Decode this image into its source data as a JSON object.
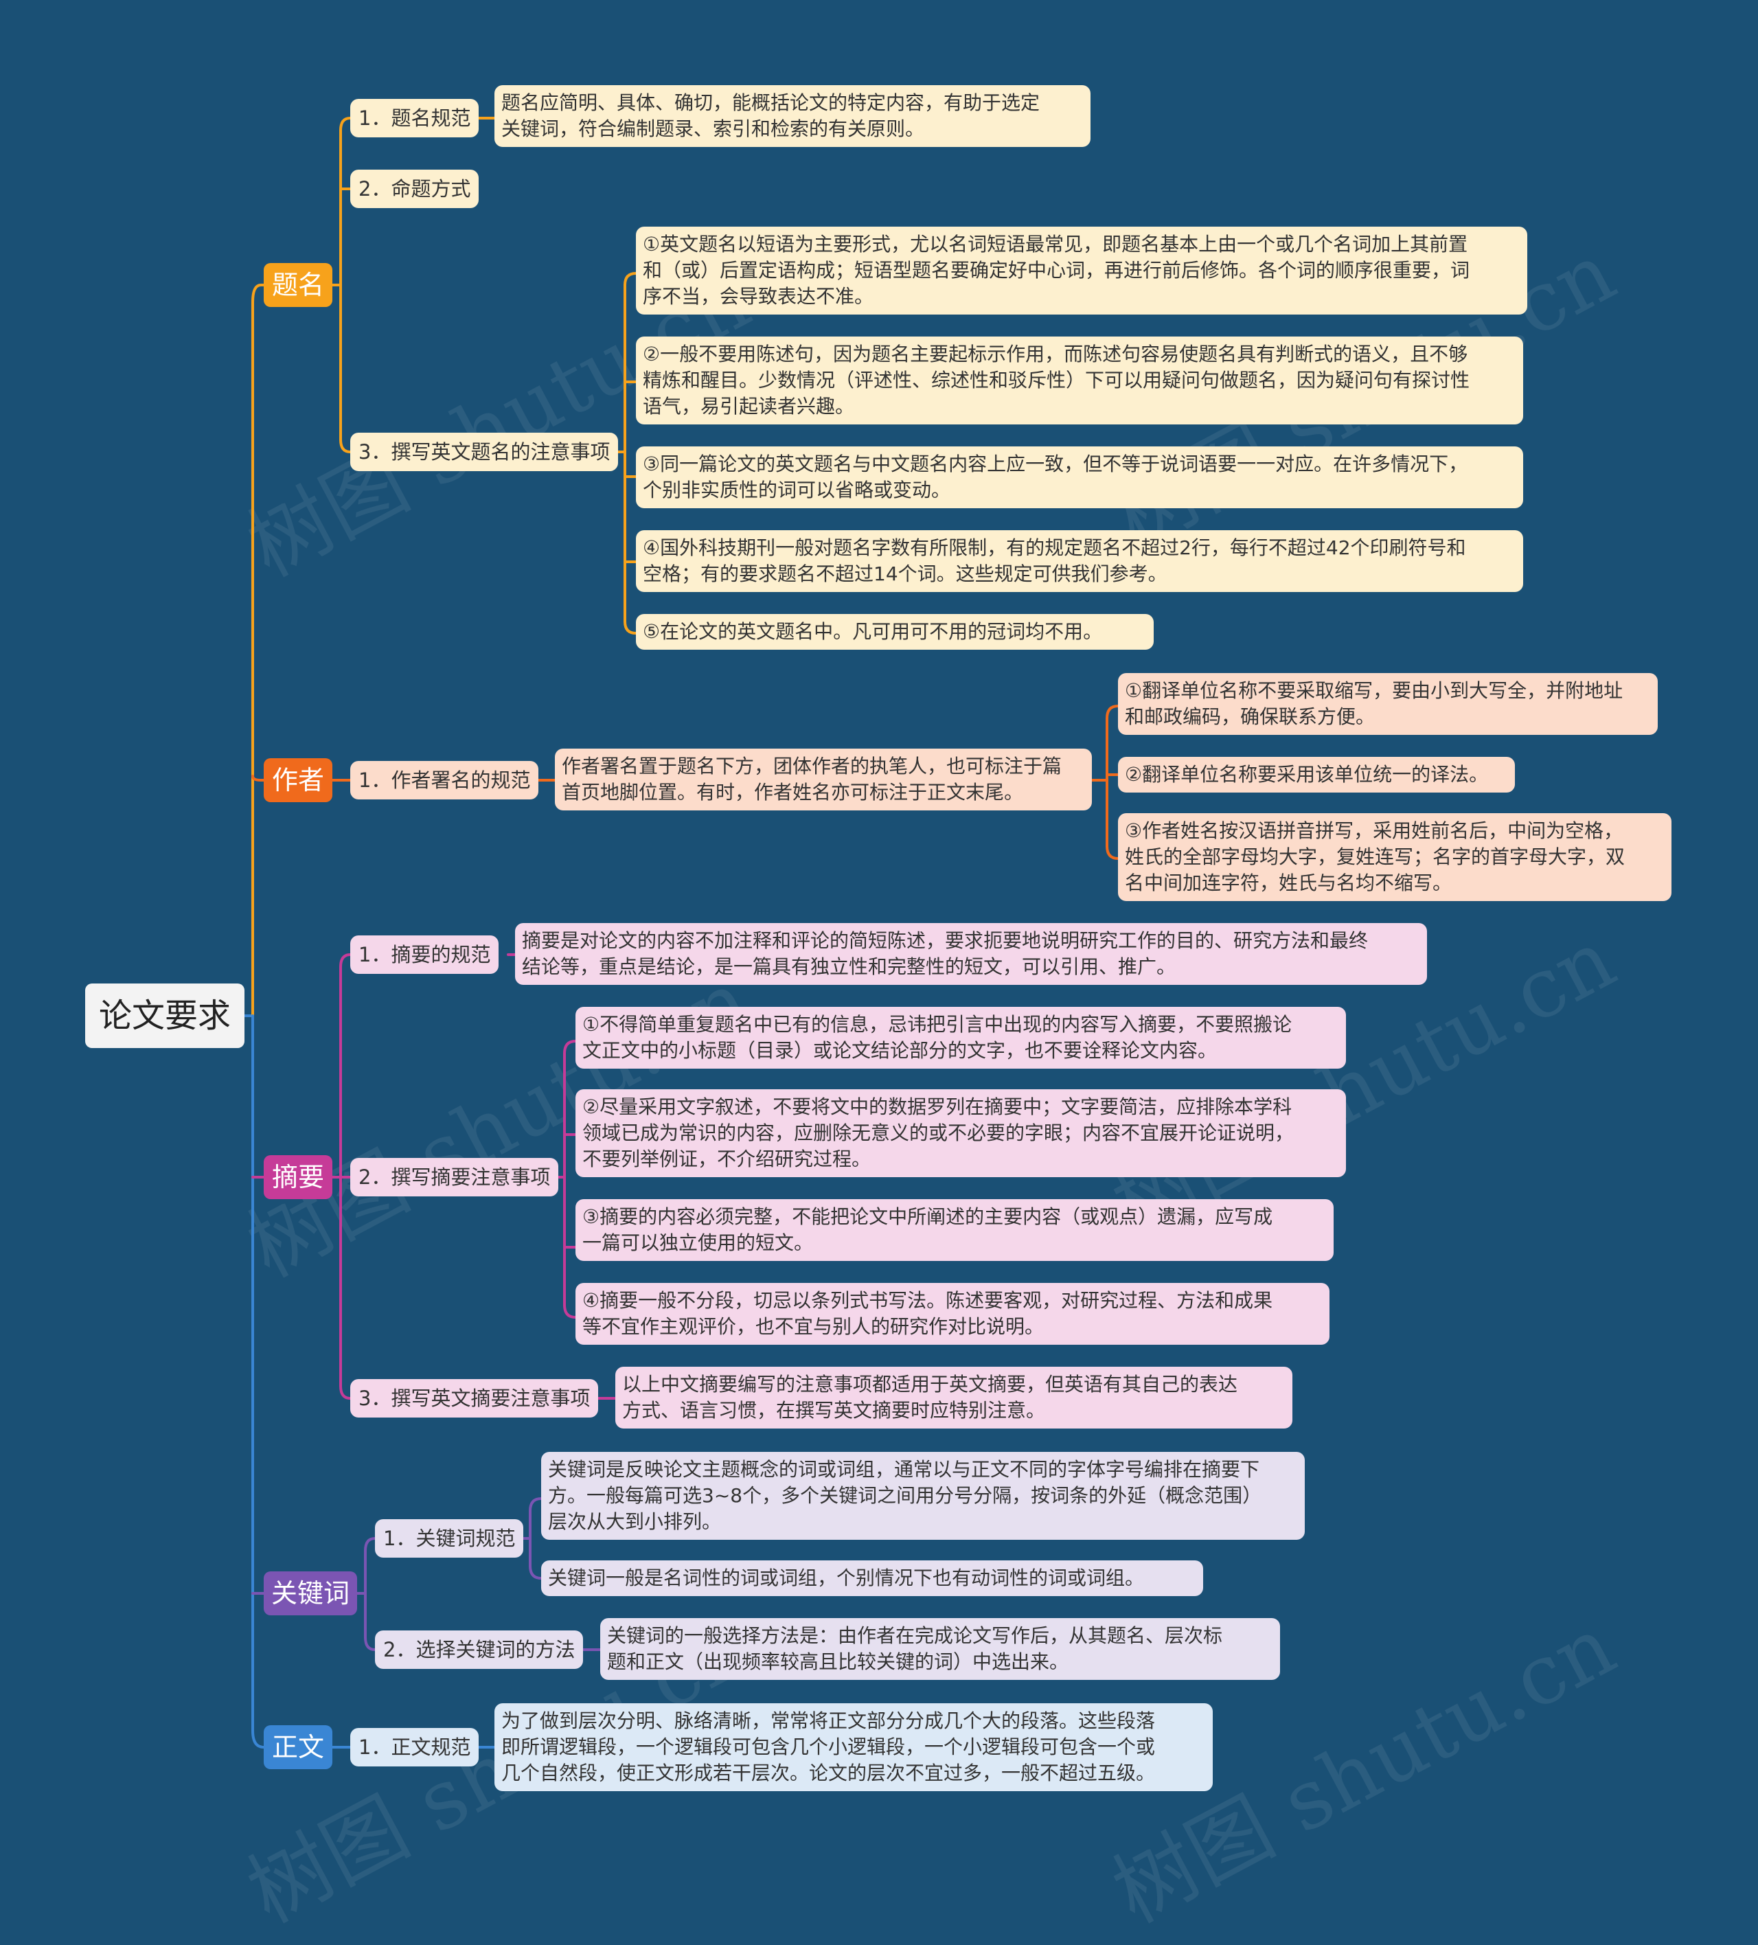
{
  "root": "论文要求",
  "colors": {
    "background": "#1a5075",
    "title_branch": "#f7a21b",
    "author_branch": "#f06a1c",
    "abstract_branch": "#c63b98",
    "keyword_branch": "#7b55b3",
    "body_branch": "#3a86d4",
    "trunk_lower": "#3a86d4"
  },
  "watermark": "树图 shutu.cn",
  "branches": {
    "title": {
      "label": "题名",
      "sub1": "1．题名规范",
      "sub1_leaf": "题名应简明、具体、确切，能概括论文的特定内容，有助于选定\n关键词，符合编制题录、索引和检索的有关原则。",
      "sub2": "2．命题方式",
      "sub3": "3．撰写英文题名的注意事项",
      "sub3_leaves": [
        "①英文题名以短语为主要形式，尤以名词短语最常见，即题名基本上由一个或几个名词加上其前置\n和（或）后置定语构成；短语型题名要确定好中心词，再进行前后修饰。各个词的顺序很重要，词\n序不当，会导致表达不准。",
        "②一般不要用陈述句，因为题名主要起标示作用，而陈述句容易使题名具有判断式的语义，且不够\n精炼和醒目。少数情况（评述性、综述性和驳斥性）下可以用疑问句做题名，因为疑问句有探讨性\n语气，易引起读者兴趣。",
        "③同一篇论文的英文题名与中文题名内容上应一致，但不等于说词语要一一对应。在许多情况下，\n个别非实质性的词可以省略或变动。",
        "④国外科技期刊一般对题名字数有所限制，有的规定题名不超过2行，每行不超过42个印刷符号和\n空格；有的要求题名不超过14个词。这些规定可供我们参考。",
        "⑤在论文的英文题名中。凡可用可不用的冠词均不用。"
      ]
    },
    "author": {
      "label": "作者",
      "sub1": "1．作者署名的规范",
      "sub1_leaf": "作者署名置于题名下方，团体作者的执笔人，也可标注于篇\n首页地脚位置。有时，作者姓名亦可标注于正文末尾。",
      "sub1_leaf_children": [
        "①翻译单位名称不要采取缩写，要由小到大写全，并附地址\n和邮政编码，确保联系方便。",
        "②翻译单位名称要采用该单位统一的译法。",
        "③作者姓名按汉语拼音拼写，采用姓前名后，中间为空格，\n姓氏的全部字母均大字，复姓连写；名字的首字母大字，双\n名中间加连字符，姓氏与名均不缩写。"
      ]
    },
    "abstract": {
      "label": "摘要",
      "sub1": "1．摘要的规范",
      "sub1_leaf": "摘要是对论文的内容不加注释和评论的简短陈述，要求扼要地说明研究工作的目的、研究方法和最终\n结论等，重点是结论，是一篇具有独立性和完整性的短文，可以引用、推广。",
      "sub2": "2．撰写摘要注意事项",
      "sub2_leaves": [
        "①不得简单重复题名中已有的信息，忌讳把引言中出现的内容写入摘要，不要照搬论\n文正文中的小标题（目录）或论文结论部分的文字，也不要诠释论文内容。",
        "②尽量采用文字叙述，不要将文中的数据罗列在摘要中；文字要简洁，应排除本学科\n领域已成为常识的内容，应删除无意义的或不必要的字眼；内容不宜展开论证说明，\n不要列举例证，不介绍研究过程。",
        "③摘要的内容必须完整，不能把论文中所阐述的主要内容（或观点）遗漏，应写成\n一篇可以独立使用的短文。",
        "④摘要一般不分段，切忌以条列式书写法。陈述要客观，对研究过程、方法和成果\n等不宜作主观评价，也不宜与别人的研究作对比说明。"
      ],
      "sub3": "3．撰写英文摘要注意事项",
      "sub3_leaf": "以上中文摘要编写的注意事项都适用于英文摘要，但英语有其自己的表达\n方式、语言习惯，在撰写英文摘要时应特别注意。"
    },
    "keywords": {
      "label": "关键词",
      "sub1": "1．关键词规范",
      "sub1_leaves": [
        "关键词是反映论文主题概念的词或词组，通常以与正文不同的字体字号编排在摘要下\n方。一般每篇可选3~8个，多个关键词之间用分号分隔，按词条的外延（概念范围）\n层次从大到小排列。",
        "关键词一般是名词性的词或词组，个别情况下也有动词性的词或词组。"
      ],
      "sub2": "2．选择关键词的方法",
      "sub2_leaf": "关键词的一般选择方法是：由作者在完成论文写作后，从其题名、层次标\n题和正文（出现频率较高且比较关键的词）中选出来。"
    },
    "body": {
      "label": "正文",
      "sub1": "1．正文规范",
      "sub1_leaf": "为了做到层次分明、脉络清晰，常常将正文部分分成几个大的段落。这些段落\n即所谓逻辑段，一个逻辑段可包含几个小逻辑段，一个小逻辑段可包含一个或\n几个自然段，使正文形成若干层次。论文的层次不宜过多，一般不超过五级。"
    }
  }
}
